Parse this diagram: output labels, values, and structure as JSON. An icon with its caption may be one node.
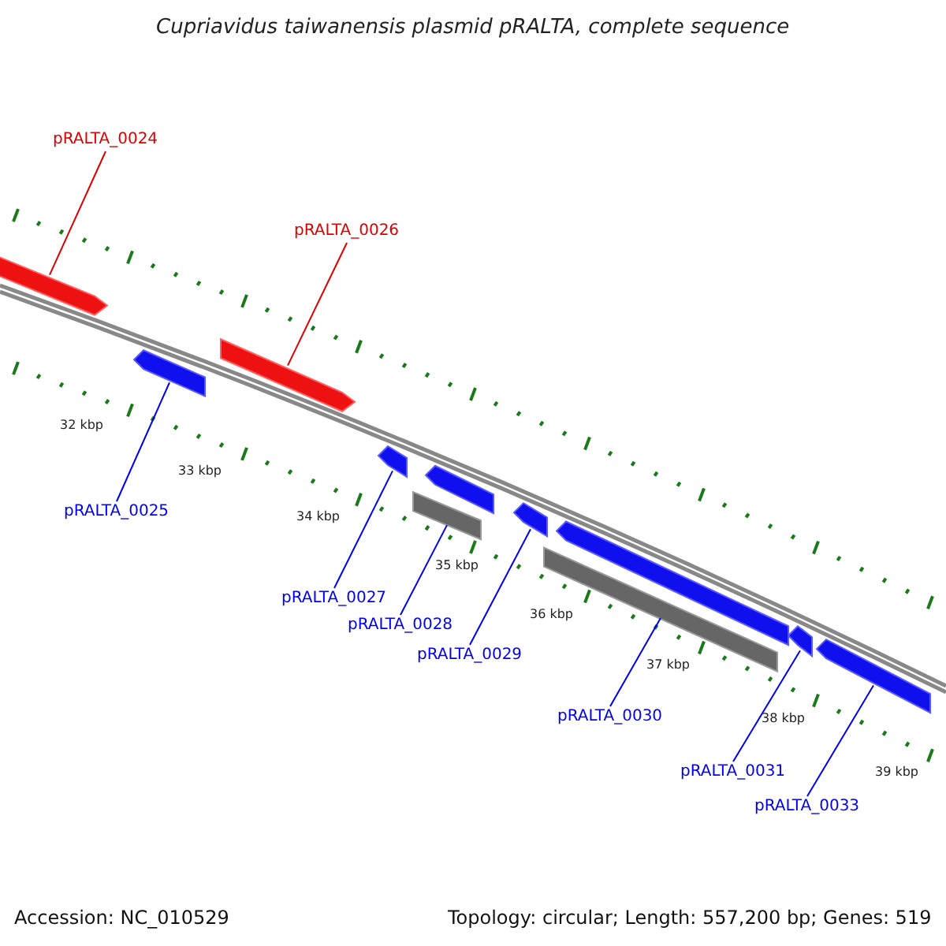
{
  "diagram": {
    "title": "Cupriavidus taiwanensis plasmid pRALTA, complete sequence",
    "nodes": [
      {
        "text": [
          "pRALTA_0024"
        ]
      },
      {
        "text": [],
        "shape": "bar"
      },
      {
        "text": [
          "pRALTA_0026"
        ]
      },
      {
        "text": [],
        "shape": "bar"
      },
      {
        "text": [],
        "shape": "bar"
      },
      {
        "text": [
          "pRALTA_0025"
        ]
      },
      {
        "text": [],
        "shape": "bar"
      },
      {
        "text": [],
        "shape": "bar"
      },
      {
        "text": [],
        "shape": "bar"
      },
      {
        "text": [],
        "shape": "bar"
      },
      {
        "text": [],
        "shape": "bar"
      },
      {
        "text": [],
        "shape": "bar"
      },
      {
        "text": [],
        "shape": "bar"
      },
      {
        "text": [],
        "shape": "bar"
      },
      {
        "text": [
          "pRALTA_0027"
        ]
      },
      {
        "text": [
          "pRALTA_0028"
        ]
      },
      {
        "text": [
          "pRALTA_0029"
        ]
      },
      {
        "text": [
          "pRALTA_0030"
        ]
      },
      {
        "text": [
          "pRALTA_0031"
        ]
      },
      {
        "text": [
          "pRALTA_0033"
        ]
      }
    ],
    "edges": [
      {
        "from": 0,
        "to": 1,
        "arrow": "none",
        "color": "#dd0000"
      },
      {
        "from": 2,
        "to": 3,
        "arrow": "none",
        "color": "#dd0000"
      },
      {
        "from": 5,
        "to": 4,
        "arrow": "none"
      },
      {
        "from": 14,
        "to": 6,
        "arrow": "none"
      },
      {
        "from": 15,
        "to": 8,
        "arrow": "none"
      },
      {
        "from": 16,
        "to": 9,
        "arrow": "none"
      },
      {
        "from": 17,
        "to": 11,
        "arrow": "none"
      },
      {
        "from": 18,
        "to": 12,
        "arrow": "none"
      },
      {
        "from": 19,
        "to": 13,
        "arrow": "none"
      }
    ],
    "labels": [
      "32 kbp",
      "33 kbp",
      "34 kbp",
      "35 kbp",
      "36 kbp",
      "37 kbp",
      "38 kbp",
      "39 kbp",
      "Accession: NC_010529",
      "Topology: circular; Length: 557,200 bp; Genes: 519"
    ]
  }
}
